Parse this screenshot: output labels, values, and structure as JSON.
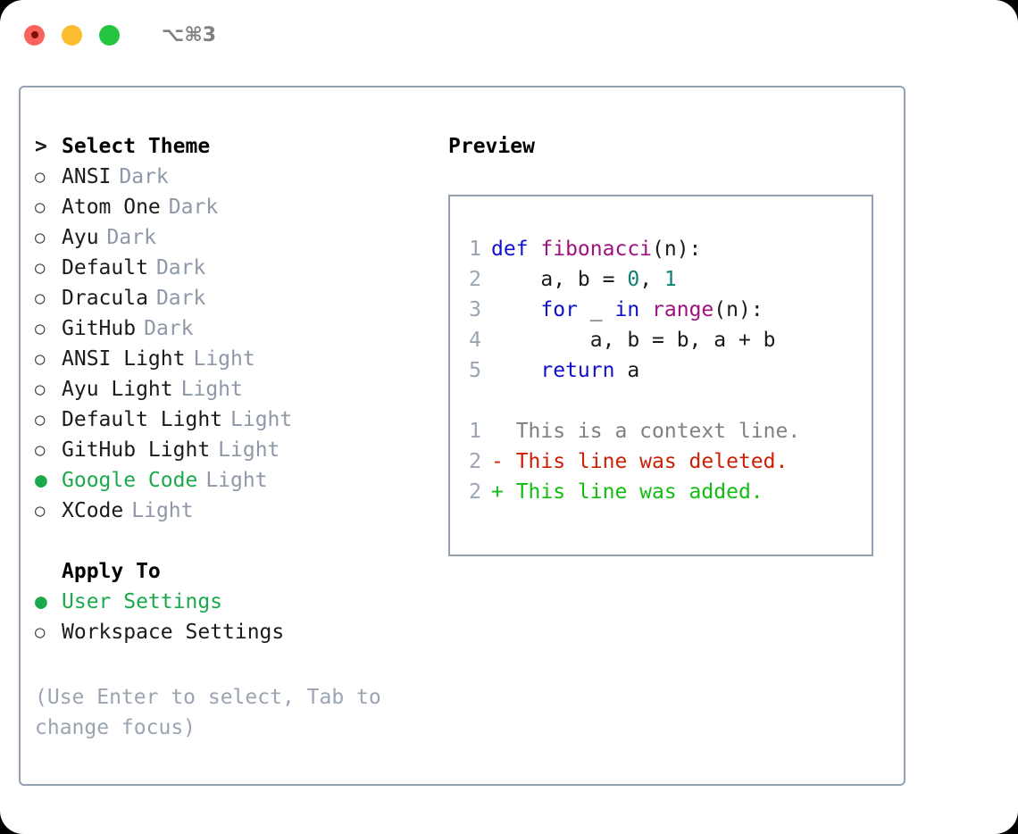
{
  "window": {
    "title": "⌥⌘3",
    "traffic_lights": [
      {
        "name": "close",
        "color": "#f8645c"
      },
      {
        "name": "minimize",
        "color": "#fbbd2e"
      },
      {
        "name": "maximize",
        "color": "#26c53f"
      }
    ]
  },
  "theme_picker": {
    "header_marker": ">",
    "header_label": "Select Theme",
    "items": [
      {
        "marker": "○",
        "selected": false,
        "name": "ANSI",
        "tag": "Dark"
      },
      {
        "marker": "○",
        "selected": false,
        "name": "Atom One",
        "tag": "Dark"
      },
      {
        "marker": "○",
        "selected": false,
        "name": "Ayu",
        "tag": "Dark"
      },
      {
        "marker": "○",
        "selected": false,
        "name": "Default",
        "tag": "Dark"
      },
      {
        "marker": "○",
        "selected": false,
        "name": "Dracula",
        "tag": "Dark"
      },
      {
        "marker": "○",
        "selected": false,
        "name": "GitHub",
        "tag": "Dark"
      },
      {
        "marker": "○",
        "selected": false,
        "name": "ANSI Light",
        "tag": "Light"
      },
      {
        "marker": "○",
        "selected": false,
        "name": "Ayu Light",
        "tag": "Light"
      },
      {
        "marker": "○",
        "selected": false,
        "name": "Default Light",
        "tag": "Light"
      },
      {
        "marker": "○",
        "selected": false,
        "name": "GitHub Light",
        "tag": "Light"
      },
      {
        "marker": "●",
        "selected": true,
        "name": "Google Code",
        "tag": "Light"
      },
      {
        "marker": "○",
        "selected": false,
        "name": "XCode",
        "tag": "Light"
      }
    ]
  },
  "apply_to": {
    "header_label": "Apply To",
    "items": [
      {
        "marker": "●",
        "selected": true,
        "name": "User Settings",
        "tag": ""
      },
      {
        "marker": "○",
        "selected": false,
        "name": "Workspace Settings",
        "tag": ""
      }
    ]
  },
  "hint": {
    "text": "(Use Enter to select, Tab to change focus)"
  },
  "preview": {
    "title": "Preview",
    "code_lines": [
      {
        "ln": "1",
        "tokens": [
          {
            "t": "def ",
            "c": "kw"
          },
          {
            "t": "fibonacci",
            "c": "fn"
          },
          {
            "t": "(n):",
            "c": "pln"
          }
        ]
      },
      {
        "ln": "2",
        "tokens": [
          {
            "t": "    a, b = ",
            "c": "pln"
          },
          {
            "t": "0",
            "c": "num"
          },
          {
            "t": ", ",
            "c": "pln"
          },
          {
            "t": "1",
            "c": "num"
          }
        ]
      },
      {
        "ln": "3",
        "tokens": [
          {
            "t": "    ",
            "c": "pln"
          },
          {
            "t": "for",
            "c": "kw"
          },
          {
            "t": " _ ",
            "c": "pln"
          },
          {
            "t": "in",
            "c": "kw"
          },
          {
            "t": " ",
            "c": "pln"
          },
          {
            "t": "range",
            "c": "fn"
          },
          {
            "t": "(n):",
            "c": "pln"
          }
        ]
      },
      {
        "ln": "4",
        "tokens": [
          {
            "t": "        a, b = b, a + b",
            "c": "pln"
          }
        ]
      },
      {
        "ln": "5",
        "tokens": [
          {
            "t": "    ",
            "c": "pln"
          },
          {
            "t": "return",
            "c": "kw"
          },
          {
            "t": " a",
            "c": "pln"
          }
        ]
      }
    ],
    "diff_lines": [
      {
        "ln": "1",
        "kind": "ctx",
        "text": "  This is a context line."
      },
      {
        "ln": "2",
        "kind": "del",
        "text": "- This line was deleted."
      },
      {
        "ln": "2",
        "kind": "add",
        "text": "+ This line was added."
      }
    ]
  },
  "colors": {
    "accent_green": "#1aaa4b",
    "diff_add": "#12bd12",
    "diff_del": "#cc1f06",
    "muted": "#8e98a8",
    "border": "#93a0b0",
    "keyword": "#1010cc",
    "function": "#a0117f",
    "number": "#0e8073"
  }
}
